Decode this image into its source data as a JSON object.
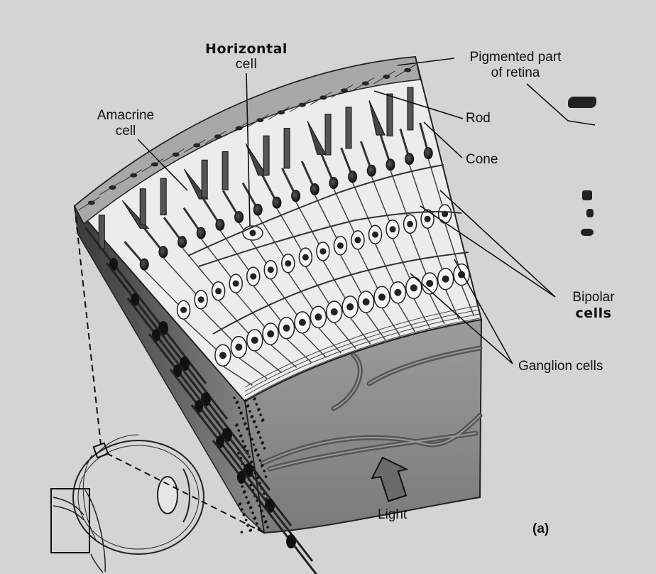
{
  "labels": {
    "horizontal_line1": "Horizontal",
    "horizontal_line2": "cell",
    "pigmented_line1": "Pigmented part",
    "pigmented_line2": "of retina",
    "amacrine_line1": "Amacrine",
    "amacrine_line2": "cell",
    "rod": "Rod",
    "cone": "Cone",
    "bipolar_line1": "Bipolar",
    "bipolar_line2": "cells",
    "ganglion": "Ganglion cells",
    "light": "Light",
    "panel": "(a)"
  },
  "colors": {
    "background": "#d4d4d4",
    "cell_layer": "#ececec",
    "pigment_layer": "#9a9a9a",
    "fiber_layer": "#8c8c8c",
    "side_face": "#5a5a5a",
    "vessel": "#6a6a6a",
    "ink": "#111111"
  }
}
